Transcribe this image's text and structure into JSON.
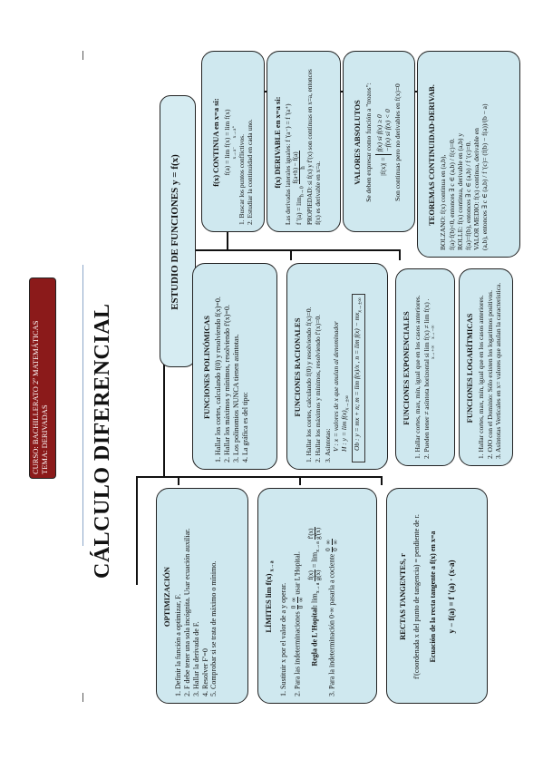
{
  "course": {
    "line1": "CURSO: BACHILLERATO 2º MATEMÁTICAS",
    "line2": "TEMA: DERIVADAS"
  },
  "main_title": "CÁLCULO DIFERENCIAL",
  "estudio_title": "ESTUDIO DE FUNCIONES  y = f(x)",
  "optimizacion": {
    "title": "OPTIMIZACIÓN",
    "items": [
      "1. Definir la función a optimizar, F.",
      "2. F debe tener una sola incógnita. Usar ecuación auxiliar.",
      "3. Hallar la derivada de F.",
      "4. Resolver F'=0",
      "5. Comprobar si se trata de máximo o mínimo."
    ]
  },
  "limites": {
    "title": "LÍMITES",
    "title_expr": "lim f(x)",
    "title_sub": "x→a",
    "item1": "1. Sustituir x  por el valor de a y operar.",
    "item2": "2. Para las indeterminaciones",
    "item2_a": "0",
    "item2_b": "0",
    "item2_c": "∞",
    "item2_d": "∞",
    "item2_tail": "usar L'Hopital.",
    "lhopital_label": "Regla de L'Hopital:",
    "lhopital_lim": "lim",
    "lhopital_sub": "x→a",
    "lhopital_f": "f(x)",
    "lhopital_g": "g(x)",
    "lhopital_eq": "=",
    "lhopital_fp": "f'(x)",
    "lhopital_gp": "g'(x)",
    "item3": "3. Para la indeterminación  0·∞  pasarla a cociente",
    "item3_a": "0",
    "item3_b": "0",
    "item3_c": "∞",
    "item3_d": "∞"
  },
  "rectas": {
    "title": "RECTAS TANGENTES, r",
    "line1": "f'(coordenada x del punto de tangencia) = pendiente de r.",
    "line2": "Ecuación de la recta tangente a f(x) en x=a",
    "equation": "y − f(a) = f '(a) · (x-a)"
  },
  "polinomicas": {
    "title": "FUNCIONES POLINÓMICAS",
    "items": [
      "1. Hallar los cortes, calculando f(0) y resolviendo f(x)=0.",
      "2. Hallar los máximos y mínimos, resolviendo f'(x)=0.",
      "3. Los polinomios NUNCA tienen asíntotas.",
      "4. La gráfica es del tipo:"
    ]
  },
  "racionales": {
    "title": "FUNCIONES RACIONALES",
    "items": [
      "1. Hallar los cortes, calculando f(0) y resolviendo f(x)=0.",
      "2. Hallar los máximos y mínimos, resolviendo f'(x)=0."
    ],
    "asintotas_label": "3. Asíntotas:",
    "av": "V : x = valores de x que anulan al denominador",
    "ah": "H : y = lim f(x)",
    "ah_sub": "x→±∞",
    "ao": "Ob : y = mx + n;  m = lim f(x)/x ,  n = lim f(x) − mx",
    "ao_sub": "x→±∞"
  },
  "exponenciales": {
    "title": "FUNCIONES EXPONENCIALES",
    "items": [
      "1. Hallar cortes, max, min, igual que en los casos anteriores.",
      "2. Pueden tener ≠ asíntota horizontal si  lim f(x) ≠ lim f(x) ."
    ],
    "sub1": "x→+∞",
    "sub2": "x→−∞"
  },
  "logaritmicas": {
    "title": "FUNCIONES LOGARÍTMICAS",
    "items": [
      "1. Hallar cortes, max, min, igual que en los casos anteriores.",
      "2. OJO con el Dominio: Sólo existen los logaritmos positivos.",
      "3. Asíntotas Verticales en x= valores que anulan la característica."
    ]
  },
  "continua": {
    "title": "f(x) CONTINUA en x=a si:",
    "formula": "f(a) = lim f(x) = lim f(x)",
    "sub1": "x→a⁻",
    "sub2": "x→a⁺",
    "items": [
      "1. Buscar los puntos conflictivos.",
      "2. Estudiar la continuidad en cada uno."
    ]
  },
  "derivable": {
    "title": "f(x) DERIVABLE en x=a si:",
    "line1": "Las derivadas laterales iguales: f '(a⁻) = f '(a⁺)",
    "line2_pre": "f '(a) = lim",
    "line2_sub": "h→0",
    "line2_num": "f(a+h) − f(a)",
    "line2_den": "h",
    "line3": "PROPIEDAD: si f(x) y f'(x) son continuas en x=a, entonces f(x) es derivable en x=a."
  },
  "absolutos": {
    "title": "VALORES ABSOLUTOS",
    "line1": "Se deben expresar como función a \"trozos\":",
    "lhs": "|f(x)| =",
    "case1": "f(x)     si  f(x) ≥ 0",
    "case2": "−f(x)    si  f(x) < 0",
    "line2": "Son continuas pero no derivables en f(x)=0"
  },
  "teoremas": {
    "title": "TEOREMAS CONTINUIDAD-DERIVAB.",
    "items": [
      "BOLZANO: f(x) continua en (a,b),",
      "f(a)·f(b)<0, entonces ∃ c ∈ (a,b) / f(c)=0.",
      "ROLLE: f(x) continua, derivable en (a,b) y",
      "f(a)=f(b), entonces ∃ c ∈ (a,b) / f '(c)=0.",
      "VALOR MEDIO: f(x) continua, derivable en",
      "(a,b), entonces ∃ c ∈ (a,b) / f '(c)= (f(b) − f(a))/(b − a)"
    ]
  }
}
